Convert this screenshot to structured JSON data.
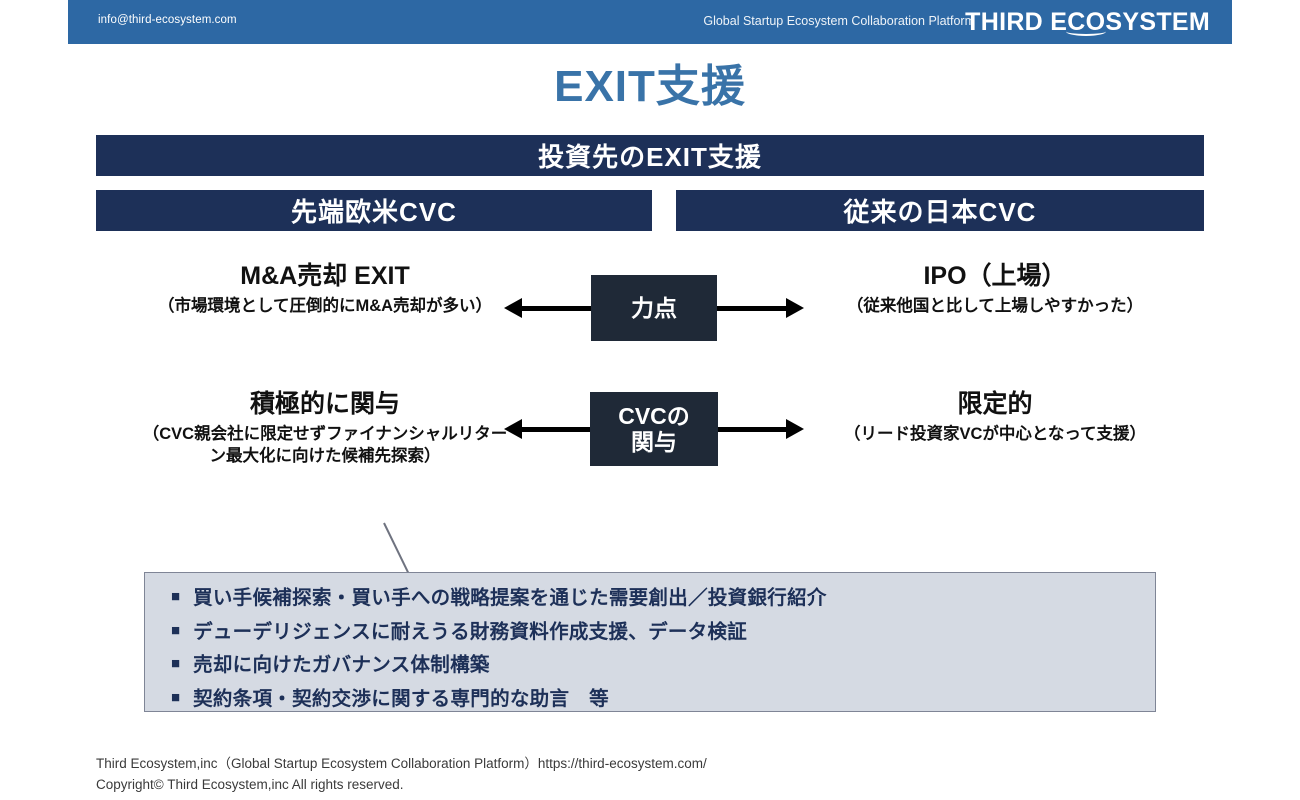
{
  "header": {
    "email": "info@third-ecosystem.com",
    "tagline": "Global Startup Ecosystem Collaboration Platform",
    "brand_first": "THIRD",
    "brand_e": "E",
    "brand_co": "CO",
    "brand_rest": "SYSTEM",
    "bar_color": "#2d68a4"
  },
  "slide": {
    "title": "EXIT支援",
    "title_color": "#3973a8",
    "banner": "投資先のEXIT支援",
    "banner_color": "#1d3058"
  },
  "columns": {
    "left_header": "先端欧米CVC",
    "right_header": "従来の日本CVC"
  },
  "rows": [
    {
      "center_label": "力点",
      "left_main": "M&A売却 EXIT",
      "left_sub": "（市場環境として圧倒的にM&A売却が多い）",
      "right_main": "IPO（上場）",
      "right_sub": "（従来他国と比して上場しやすかった）"
    },
    {
      "center_label_line1": "CVCの",
      "center_label_line2": "関与",
      "left_main": "積極的に関与",
      "left_sub": "（CVC親会社に限定せずファイナンシャルリターン最大化に向けた候補先探索）",
      "right_main": "限定的",
      "right_sub": "（リード投資家VCが中心となって支援）"
    }
  ],
  "bullets": {
    "marker": "■",
    "items": [
      "買い手候補探索・買い手への戦略提案を通じた需要創出／投資銀行紹介",
      "デューデリジェンスに耐えうる財務資料作成支援、データ検証",
      "売却に向けたガバナンス体制構築",
      "契約条項・契約交渉に関する専門的な助言　等"
    ],
    "box_color": "#d5dae3",
    "text_color": "#1d3058"
  },
  "footer": {
    "line1": "Third Ecosystem,inc（Global Startup Ecosystem Collaboration Platform）https://third-ecosystem.com/",
    "line2": "Copyright© Third Ecosystem,inc  All rights reserved."
  }
}
